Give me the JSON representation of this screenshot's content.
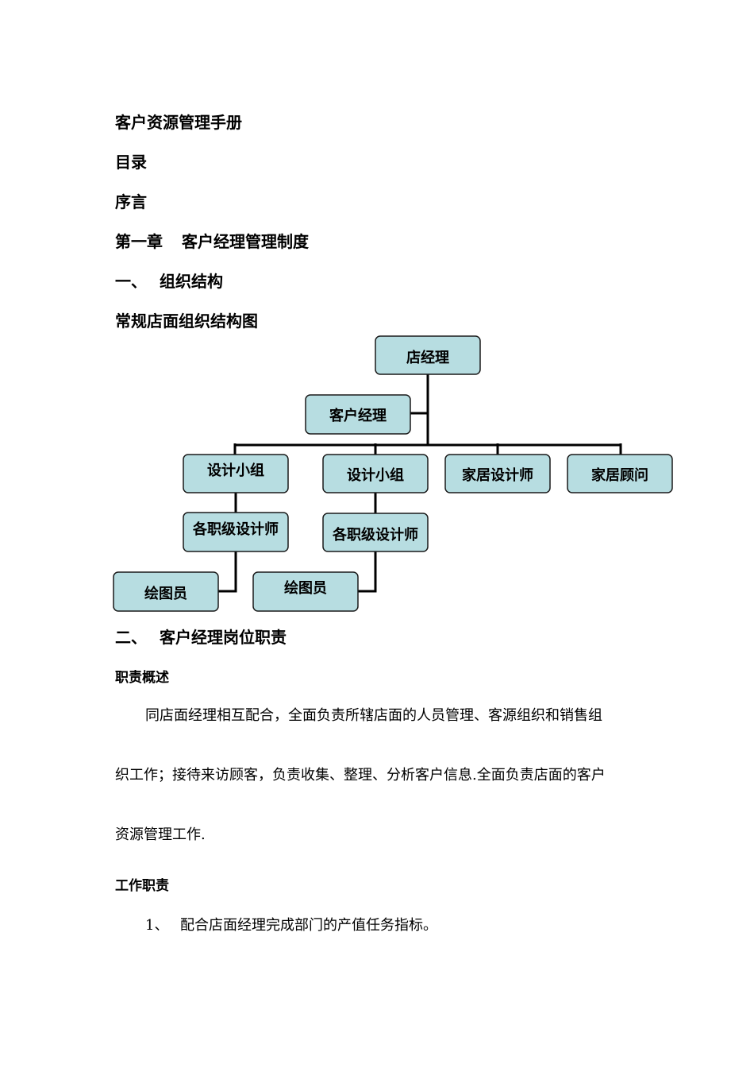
{
  "document": {
    "title": "客户资源管理手册",
    "toc": "目录",
    "preface": "序言",
    "chapter1": {
      "num": "第一章",
      "title": "客户经理管理制度"
    },
    "section1": {
      "num": "一、",
      "title": "组织结构"
    },
    "chart_caption": "常规店面组织结构图",
    "section2": {
      "num": "二、",
      "title": "客户经理岗位职责"
    },
    "overview_heading": "职责概述",
    "overview_lines": [
      "同店面经理相互配合，全面负责所辖店面的人员管理、客源组织和销售组",
      "织工作；接待来访顾客，负责收集、整理、分析客户信息.全面负责店面的客户",
      "资源管理工作."
    ],
    "duties_heading": "工作职责",
    "duties": [
      {
        "num": "1、",
        "text": "配合店面经理完成部门的产值任务指标。"
      }
    ]
  },
  "org_chart": {
    "store_manager": "店经理",
    "account_manager": "客户经理",
    "design_team_1": "设计小组",
    "design_team_2": "设计小组",
    "home_designer": "家居设计师",
    "home_consultant": "家居顾问",
    "designers_1": "各职级设计师",
    "designers_2": "各职级设计师",
    "drafter_1": "绘图员",
    "drafter_2": "绘图员"
  }
}
